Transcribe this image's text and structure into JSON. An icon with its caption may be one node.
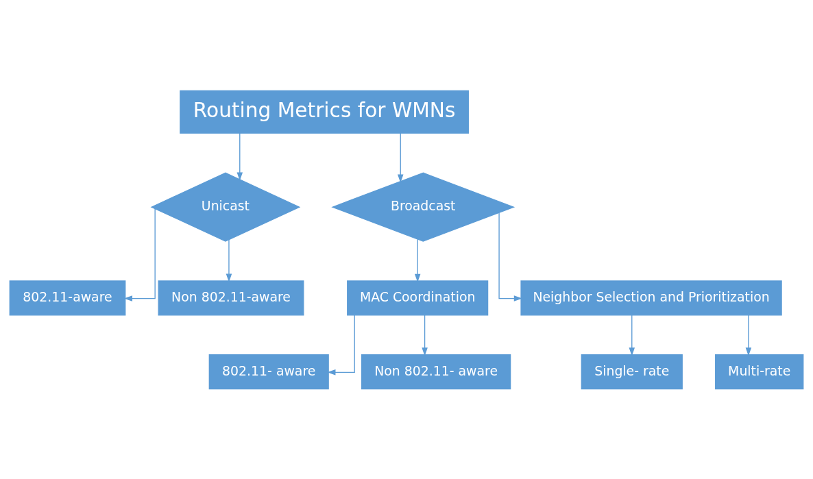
{
  "diagram": {
    "nodes": [
      {
        "text": [
          "Routing Metrics for WMNs"
        ]
      },
      {
        "text": [
          "Unicast"
        ]
      },
      {
        "text": [
          "Broadcast"
        ]
      },
      {
        "text": [
          "802.11-aware"
        ]
      },
      {
        "text": [
          "Non 802.11-aware"
        ]
      },
      {
        "text": [
          "MAC Coordination"
        ]
      },
      {
        "text": [
          "Neighbor Selection and Prioritization"
        ]
      },
      {
        "text": [
          "802.11- aware"
        ]
      },
      {
        "text": [
          "Non 802.11- aware"
        ]
      },
      {
        "text": [
          "Single- rate"
        ]
      },
      {
        "text": [
          "Multi-rate"
        ]
      }
    ],
    "edges": [
      {
        "from": 0,
        "to": 1,
        "arrow": "to"
      },
      {
        "from": 0,
        "to": 2,
        "arrow": "to"
      },
      {
        "from": 1,
        "to": 3,
        "arrow": "to"
      },
      {
        "from": 1,
        "to": 4,
        "arrow": "to"
      },
      {
        "from": 2,
        "to": 5,
        "arrow": "to"
      },
      {
        "from": 2,
        "to": 6,
        "arrow": "to"
      },
      {
        "from": 5,
        "to": 7,
        "arrow": "to"
      },
      {
        "from": 5,
        "to": 8,
        "arrow": "to"
      },
      {
        "from": 6,
        "to": 9,
        "arrow": "to"
      },
      {
        "from": 6,
        "to": 10,
        "arrow": "to"
      }
    ]
  }
}
